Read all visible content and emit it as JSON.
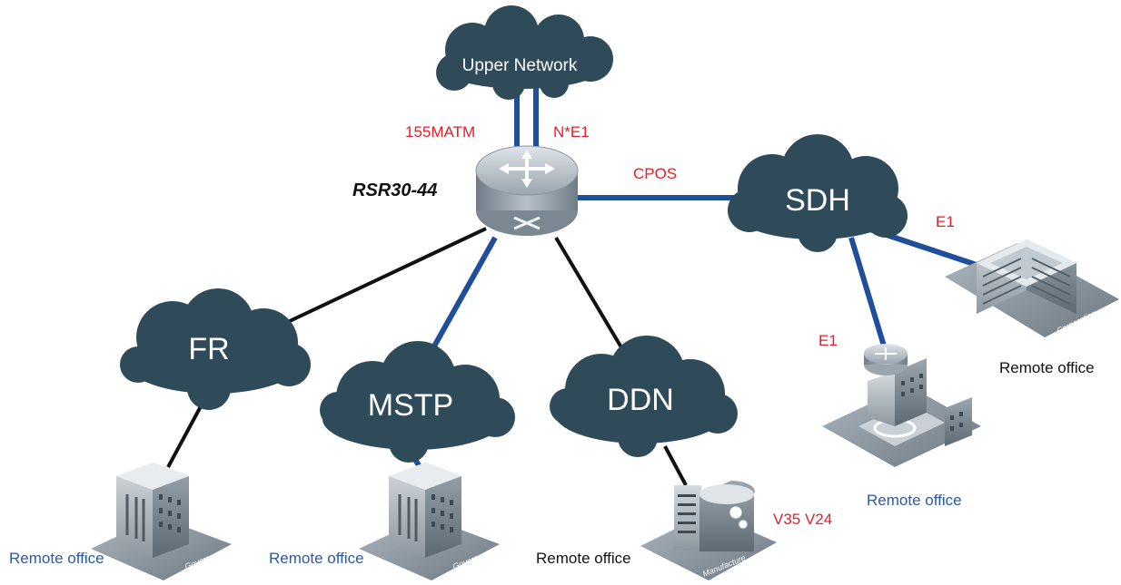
{
  "router": {
    "name": "RSR30-44"
  },
  "clouds": {
    "upper": "Upper Network",
    "sdh": "SDH",
    "fr": "FR",
    "mstp": "MSTP",
    "ddn": "DDN"
  },
  "links": {
    "atm": "155MATM",
    "ne1": "N*E1",
    "cpos": "CPOS",
    "e1_corp": "E1",
    "e1_campus": "E1",
    "v35": "V35 V24"
  },
  "buildings": {
    "gov1": "Government",
    "gov2": "Government",
    "manufacture": "Manufacture",
    "corporation": "Corporation"
  },
  "offices": {
    "fr": "Remote office",
    "mstp": "Remote office",
    "ddn": "Remote office",
    "campus": "Remote office",
    "corporation": "Remote office"
  },
  "colors": {
    "cloud": "#2f4a59",
    "blue_link": "#1f4e9a",
    "black_link": "#111111",
    "label_red": "#e0202a",
    "office_blue": "#2c5aa0"
  }
}
